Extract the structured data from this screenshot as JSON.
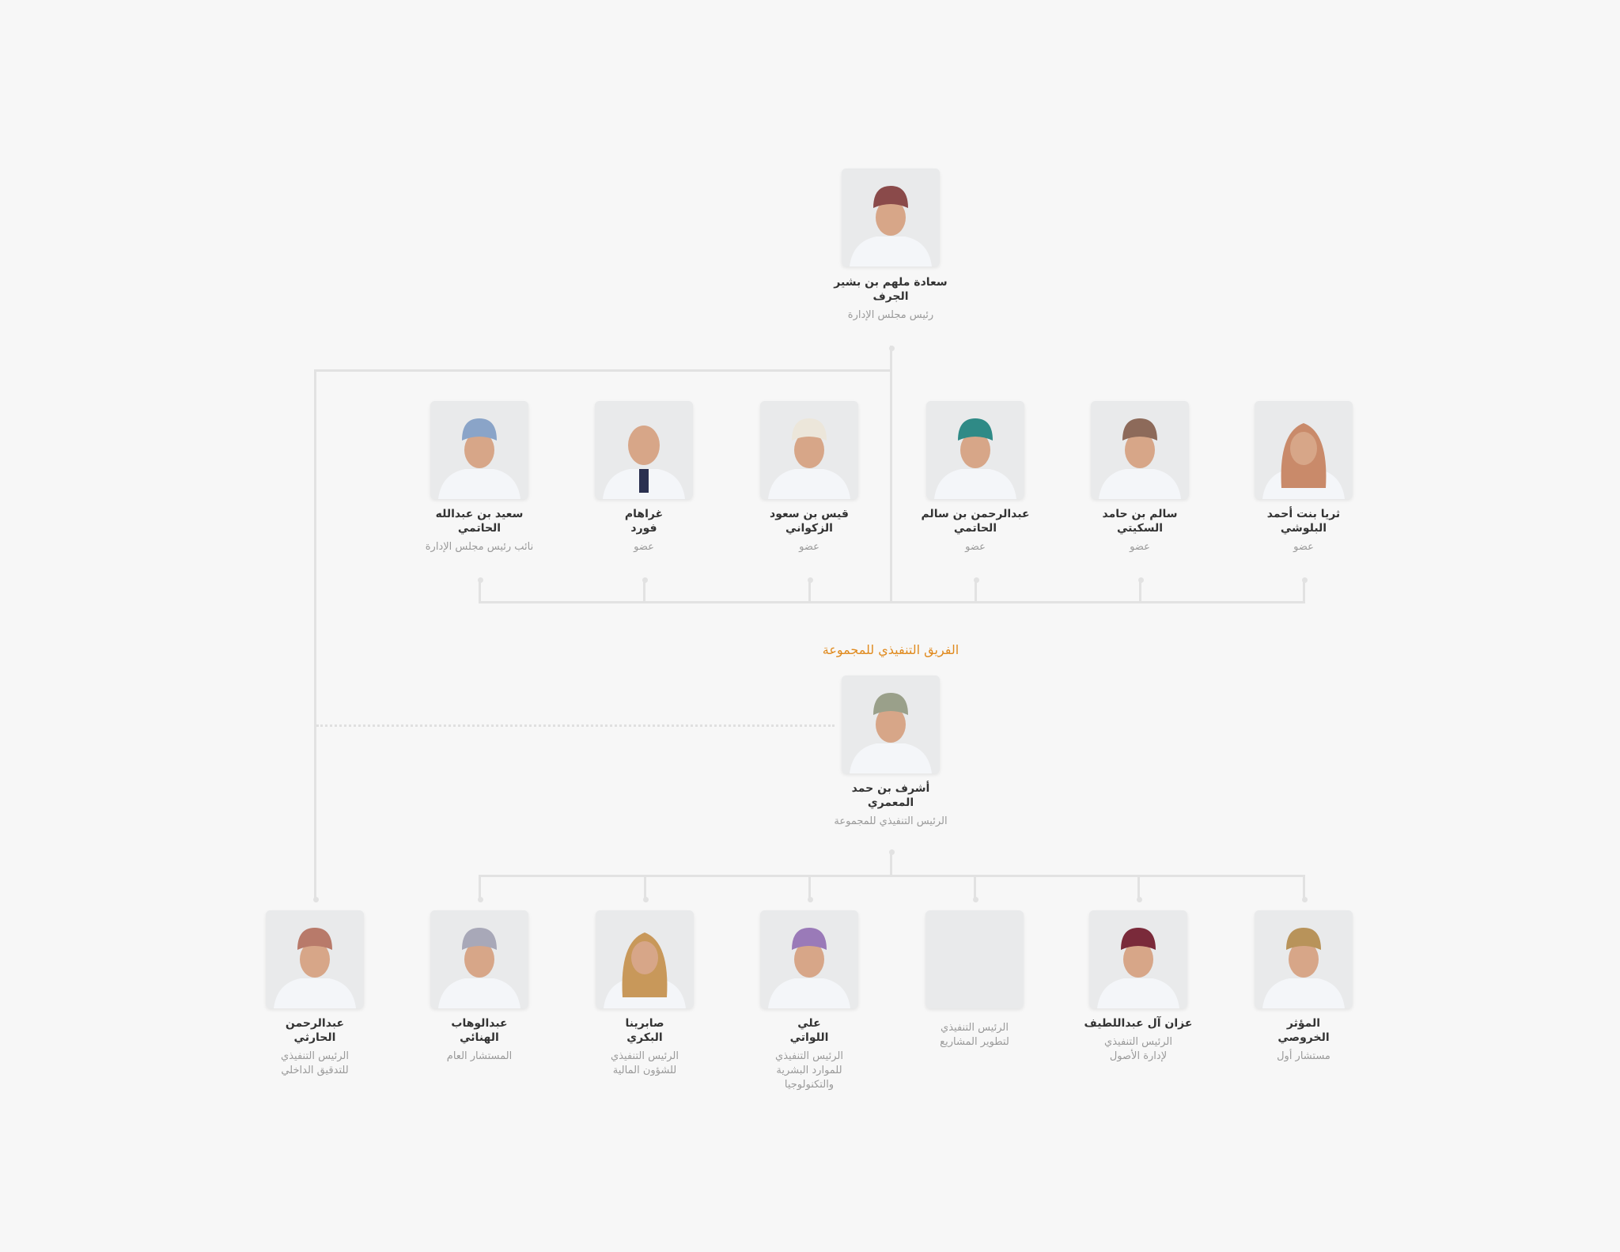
{
  "chairman": {
    "name_line1": "سعادة ملهم بن بشير",
    "name_line2": "الجرف",
    "title": "رئيس مجلس الإدارة",
    "turban": "#8a4a4a"
  },
  "board": [
    {
      "name_line1": "ثريا بنت أحمد",
      "name_line2": "البلوشي",
      "title": "عضو",
      "turban": "#c98a6a",
      "female": true
    },
    {
      "name_line1": "سالم بن حامد",
      "name_line2": "السكيتي",
      "title": "عضو",
      "turban": "#8d6a5a"
    },
    {
      "name_line1": "عبدالرحمن بن سالم",
      "name_line2": "الحاتمي",
      "title": "عضو",
      "turban": "#2f8a86"
    },
    {
      "name_line1": "قيس بن سعود",
      "name_line2": "الزكواني",
      "title": "عضو",
      "turban": "#ece6da"
    },
    {
      "name_line1": "غراهام",
      "name_line2": "فورد",
      "title": "عضو",
      "turban": "",
      "bald": true
    },
    {
      "name_line1": "سعيد بن عبدالله",
      "name_line2": "الحاتمي",
      "title": "نائب رئيس مجلس الإدارة",
      "turban": "#8aa4c8"
    }
  ],
  "executive_heading": "الفريق التنفيذي للمجموعة",
  "ceo": {
    "name_line1": "أشرف بن حمد",
    "name_line2": "المعمري",
    "title": "الرئيس التنفيذي للمجموعة",
    "turban": "#9aa08a"
  },
  "executives": [
    {
      "name_line1": "المؤثر",
      "name_line2": "الخروصي",
      "title_lines": [
        "مستشار أول"
      ],
      "turban": "#b8935a"
    },
    {
      "name_line1": "عزان آل عبداللطيف",
      "name_line2": "",
      "title_lines": [
        "الرئيس التنفيذي",
        "لإدارة الأصول"
      ],
      "turban": "#7a2a3a"
    },
    {
      "name_line1": "",
      "name_line2": "",
      "title_lines": [
        "الرئيس التنفيذي",
        "لتطوير المشاريع"
      ],
      "empty": true
    },
    {
      "name_line1": "علي",
      "name_line2": "اللواتي",
      "title_lines": [
        "الرئيس التنفيذي",
        "للموارد البشرية",
        "والتكنولوجيا"
      ],
      "turban": "#9a7ab8"
    },
    {
      "name_line1": "صابرينا",
      "name_line2": "البكري",
      "title_lines": [
        "الرئيس التنفيذي",
        "للشؤون المالية"
      ],
      "turban": "#c8985a",
      "female": true
    },
    {
      "name_line1": "عبدالوهاب",
      "name_line2": "الهنائي",
      "title_lines": [
        "المستشار العام"
      ],
      "turban": "#a8a8b8"
    },
    {
      "name_line1": "عبدالرحمن",
      "name_line2": "الحارثي",
      "title_lines": [
        "الرئيس التنفيذي",
        "للتدقيق الداخلي"
      ],
      "turban": "#b87a6a"
    }
  ]
}
